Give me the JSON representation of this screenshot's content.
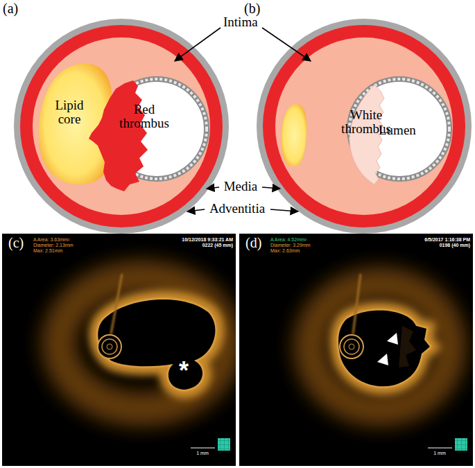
{
  "diagram": {
    "labels": [
      "(a)",
      "(b)",
      "Intima",
      "Lipid core",
      "Red thrombus",
      "White thrombus",
      "Lumen",
      "Media",
      "Adventitia",
      "(c)",
      "(d)",
      "*",
      "A Area: 3.63mm²",
      "Diameter: 2.13mm",
      "Max: 2.51mm",
      "10/12/2018 9:33:21 AM",
      "0222 (45 mm)",
      "1 mm",
      "A Area: 4.52mm²",
      "Diameter: 3.29mm",
      "Max: 2.63mm",
      "6/5/2017 1:16:38 PM",
      "0198 (40 mm)",
      "1 mm"
    ]
  }
}
